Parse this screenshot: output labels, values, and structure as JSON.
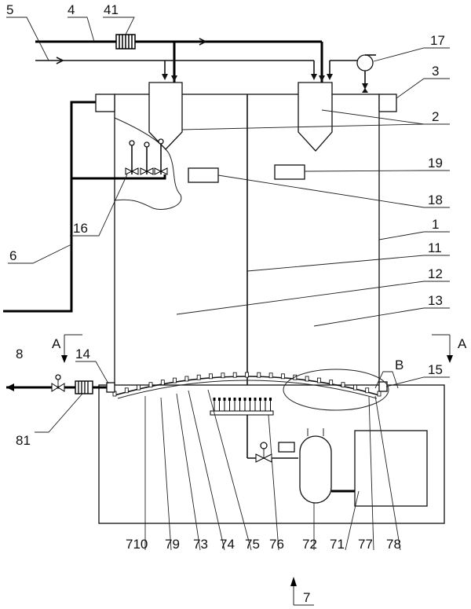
{
  "labels": {
    "l5": "5",
    "l4": "4",
    "l41": "41",
    "l17": "17",
    "l3": "3",
    "l2": "2",
    "l19": "19",
    "l18": "18",
    "l16": "16",
    "l1": "1",
    "l6": "6",
    "l11": "11",
    "l12": "12",
    "l13": "13",
    "lA_left": "A",
    "lA_right": "A",
    "l8": "8",
    "l14": "14",
    "lB": "B",
    "l15": "15",
    "l81": "81",
    "l710": "710",
    "l79": "79",
    "l73": "73",
    "l74": "74",
    "l75": "75",
    "l76": "76",
    "l72": "72",
    "l71": "71",
    "l77": "77",
    "l78": "78",
    "l7": "7"
  },
  "icons": {
    "pump": "pump-symbol",
    "valve": "valve-symbol",
    "filter": "filter-coil-symbol"
  },
  "colors": {
    "line": "#000000",
    "background": "#ffffff"
  }
}
